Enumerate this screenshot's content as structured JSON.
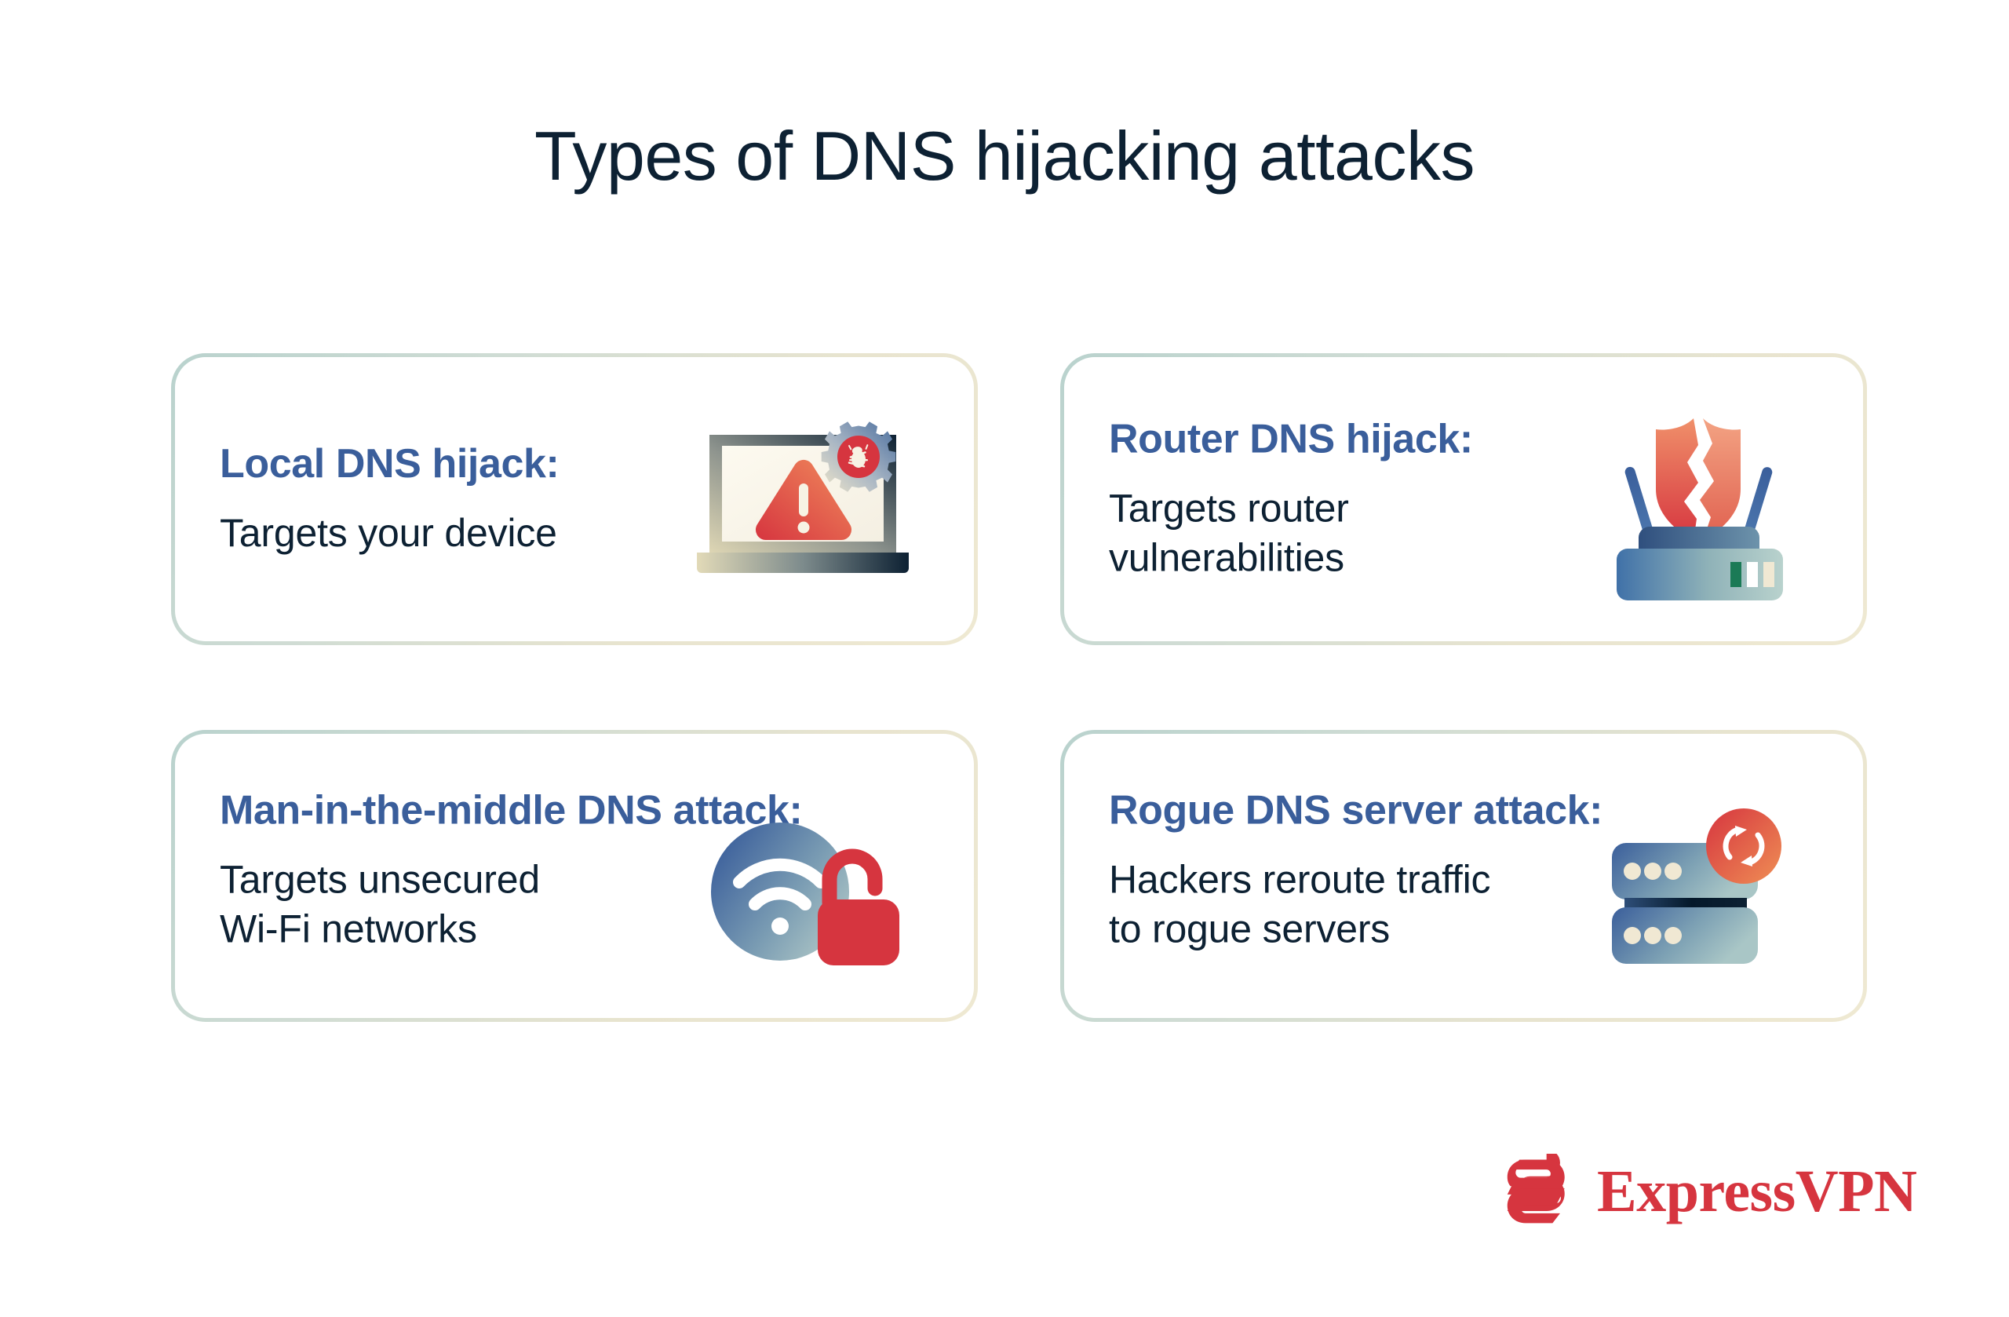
{
  "page": {
    "title": "Types of DNS hijacking attacks",
    "background_color": "#ffffff"
  },
  "colors": {
    "title_text": "#0d2133",
    "card_heading": "#3a5e9b",
    "card_body": "#0d2133",
    "card_border_start": "#b9d2cd",
    "card_border_end": "#efe9d2",
    "accent_red": "#d6353f",
    "accent_orange": "#ef7a4f",
    "icon_blue": "#3a5e9b",
    "icon_sage": "#b6cdc9",
    "icon_cream": "#f0e8d3",
    "icon_green": "#1b7a56"
  },
  "cards": [
    {
      "heading": "Local DNS hijack:",
      "body": "Targets your device",
      "icon": "laptop-warning-gear-bug-icon"
    },
    {
      "heading": "Router DNS hijack:",
      "body": "Targets router\nvulnerabilities",
      "icon": "router-broken-shield-icon"
    },
    {
      "heading": "Man-in-the-middle DNS attack:",
      "body": "Targets unsecured\nWi-Fi networks",
      "icon": "wifi-open-padlock-icon"
    },
    {
      "heading": "Rogue DNS server attack:",
      "body": "Hackers reroute traffic\nto rogue servers",
      "icon": "server-rack-sync-icon"
    }
  ],
  "logo": {
    "wordmark": "ExpressVPN",
    "mark": "expressvpn-e-mark-icon",
    "color": "#d6353f"
  }
}
